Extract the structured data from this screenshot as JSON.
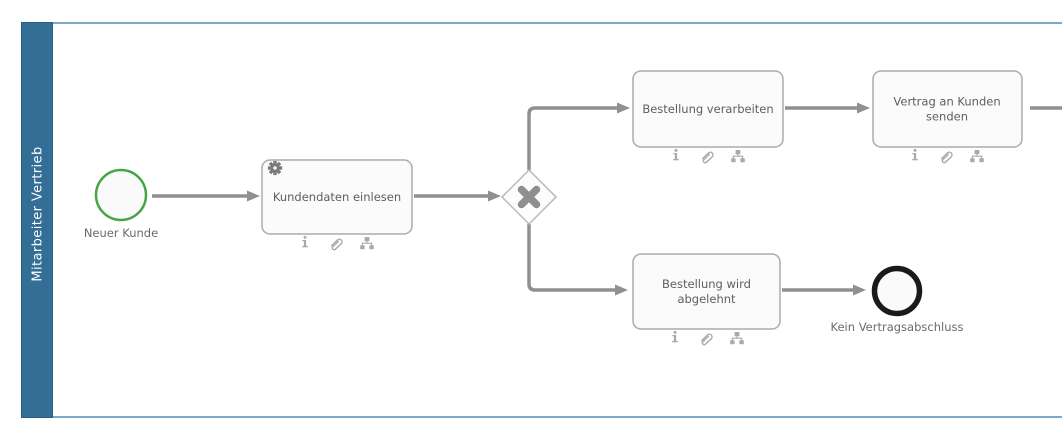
{
  "lane": {
    "label": "Mitarbeiter Vertrieb",
    "header_fill": "#336e96",
    "border_color": "#7ea9c6"
  },
  "start_event": {
    "label": "Neuer Kunde",
    "stroke": "#47a447"
  },
  "end_event": {
    "label": "Kein Vertragsabschluss",
    "stroke": "#1a1a1a"
  },
  "gateway": {
    "type": "exclusive-gateway-x"
  },
  "tasks": [
    {
      "label": "Kundendaten einlesen",
      "marker": "service-gear-icon"
    },
    {
      "label": "Bestellung verarbeiten"
    },
    {
      "label_lines": [
        "Vertrag an Kunden",
        "senden"
      ]
    },
    {
      "label_lines": [
        "Bestellung wird",
        "abgelehnt"
      ]
    }
  ],
  "task_footer_icons": [
    "info-icon",
    "attachment-icon",
    "hierarchy-icon"
  ],
  "connector_color": "#909090"
}
